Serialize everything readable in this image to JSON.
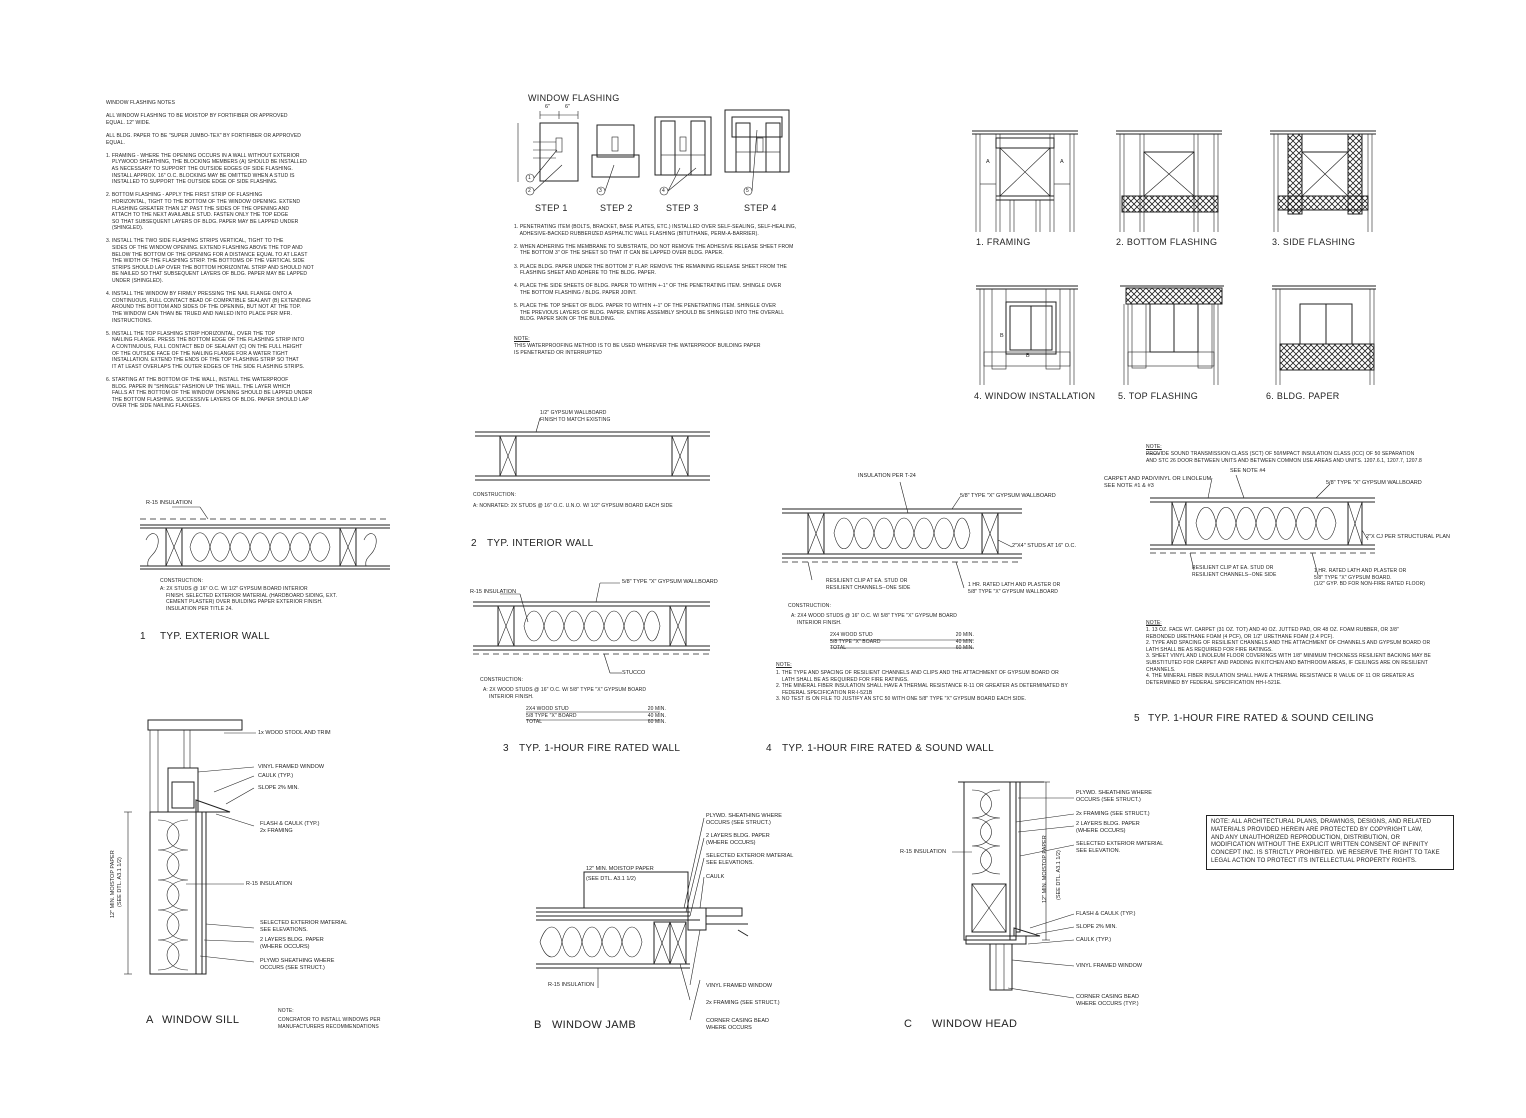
{
  "window_flashing_notes": [
    "WINDOW FLASHING NOTES",
    "",
    "ALL WINDOW FLASHING TO BE MOISTOP BY FORTIFIBER OR APPROVED",
    "EQUAL. 12\" WIDE.",
    "",
    "ALL BLDG. PAPER TO BE \"SUPER JUMBO-TEX\" BY FORTIFIBER OR APPROVED",
    "EQUAL.",
    "",
    "1. FRAMING - WHERE THE OPENING OCCURS IN A WALL WITHOUT EXTERIOR",
    "    PLYWOOD SHEATHING, THE BLOCKING MEMBERS (A) SHOULD BE INSTALLED",
    "    AS NECESSARY TO SUPPORT THE OUTSIDE EDGES OF SIDE FLASHING.",
    "    INSTALL APPROX. 16\" O.C. BLOCKING MAY BE OMITTED WHEN A STUD IS",
    "    INSTALLED TO SUPPORT THE OUTSIDE EDGE OF SIDE FLASHING.",
    "",
    "2. BOTTOM FLASHING - APPLY THE FIRST STRIP OF FLASHING",
    "    HORIZONTAL, TIGHT TO THE BOTTOM OF THE WINDOW OPENING. EXTEND",
    "    FLASHING GREATER THAN 12\" PAST THE SIDES OF THE OPENING AND",
    "    ATTACH TO THE NEXT AVAILABLE STUD. FASTEN ONLY THE TOP EDGE",
    "    SO THAT SUBSEQUENT LAYERS OF BLDG. PAPER MAY BE LAPPED UNDER",
    "    (SHINGLED).",
    "",
    "3. INSTALL THE TWO SIDE FLASHING STRIPS VERTICAL, TIGHT TO THE",
    "    SIDES OF THE WINDOW OPENING. EXTEND FLASHING ABOVE THE TOP AND",
    "    BELOW THE BOTTOM OF THE OPENING FOR A DISTANCE EQUAL TO AT LEAST",
    "    THE WIDTH OF THE FLASHING STRIP. THE BOTTOMS OF THE VERTICAL SIDE",
    "    STRIPS SHOULD LAP OVER THE BOTTOM HORIZONTAL STRIP AND SHOULD NOT",
    "    BE NAILED SO THAT SUBSEQUENT LAYERS OF BLDG. PAPER MAY BE LAPPED",
    "    UNDER (SHINGLED).",
    "",
    "4. INSTALL THE WINDOW BY FIRMLY PRESSING THE NAIL FLANGE ONTO A",
    "    CONTINUOUS, FULL CONTACT BEAD OF COMPATIBLE SEALANT (B) EXTENDING",
    "    AROUND THE BOTTOM AND SIDES OF THE OPENING, BUT NOT AT THE TOP.",
    "    THE WINDOW CAN THAN BE TRUED AND NAILED INTO PLACE PER MFR.",
    "    INSTRUCTIONS.",
    "",
    "5. INSTALL THE TOP FLASHING STRIP HORIZONTAL, OVER THE TOP",
    "    NAILING FLANGE. PRESS THE BOTTOM EDGE OF THE FLASHING STRIP INTO",
    "    A CONTINUOUS, FULL CONTACT BED OF SEALANT (C) ON THE FULL HEIGHT",
    "    OF THE OUTSIDE FACE OF THE NAILING FLANGE FOR A WATER TIGHT",
    "    INSTALLATION. EXTEND THE ENDS OF THE TOP FLASHING STRIP SO THAT",
    "    IT AT LEAST OVERLAPS THE OUTER EDGES OF THE SIDE FLASHING STRIPS.",
    "",
    "6. STARTING AT THE BOTTOM OF THE WALL, INSTALL THE WATERPROOF",
    "    BLDG. PAPER IN \"SHINGLE\" FASHION UP THE WALL. THE LAYER WHICH",
    "    FALLS AT THE BOTTOM OF THE WINDOW OPENING SHOULD BE LAPPED UNDER",
    "    THE BOTTOM FLASHING. SUCCESSIVE LAYERS OF BLDG. PAPER SHOULD LAP",
    "    OVER THE SIDE NAILING FLANGES."
  ],
  "window_flashing": {
    "title": "WINDOW FLASHING",
    "dim_left": "6\"",
    "dim_right": "6\"",
    "steps": [
      "STEP 1",
      "STEP 2",
      "STEP 3",
      "STEP 4"
    ],
    "callouts": [
      "1",
      "2",
      "3",
      "4",
      "5"
    ],
    "notes": [
      "1. PENETRATING ITEM (BOLTS, BRACKET, BASE PLATES, ETC.) INSTALLED OVER SELF-SEALING, SELF-HEALING,",
      "    ADHESIVE-BACKED RUBBERIZED ASPHALTIC WALL FLASHING (BITUTHANE, PERM-A-BARRIER).",
      "",
      "2. WHEN ADHERING THE MEMBRANE TO SUBSTRATE, DO NOT REMOVE THE ADHESIVE RELEASE SHEET FROM",
      "    THE BOTTOM 3\" OF THE SHEET SO THAT IT CAN BE LAPPED OVER BLDG. PAPER.",
      "",
      "3. PLACE BLDG. PAPER UNDER THE BOTTOM 3\" FLAP. REMOVE THE REMAINING RELEASE SHEET FROM THE",
      "    FLASHING SHEET AND ADHERE TO THE BLDG. PAPER.",
      "",
      "4. PLACE THE SIDE SHEETS OF BLDG. PAPER TO WITHIN +-1\" OF THE PENETRATING ITEM. SHINGLE OVER",
      "    THE BOTTOM FLASHING / BLDG. PAPER JOINT.",
      "",
      "5. PLACE THE TOP SHEET OF BLDG. PAPER TO WITHIN +-1\" OF THE PENETRATING ITEM. SHINGLE OVER",
      "    THE PREVIOUS LAYERS OF BLDG. PAPER. ENTIRE ASSEMBLY SHOULD BE SHINGLED INTO THE OVERALL",
      "    BLDG. PAPER SKIN OF THE BUILDING."
    ],
    "note_head": "NOTE:",
    "note_body": [
      "THIS WATERPROOFING METHOD IS TO BE USED WHEREVER THE WATERPROOF BUILDING PAPER",
      "IS PENETRATED OR INTERRUPTED"
    ]
  },
  "sequence": {
    "labels": [
      "1. FRAMING",
      "2. BOTTOM FLASHING",
      "3. SIDE FLASHING",
      "4. WINDOW INSTALLATION",
      "5. TOP FLASHING",
      "6. BLDG. PAPER"
    ],
    "tag_a": "A",
    "tag_b": "B"
  },
  "wall1": {
    "number": "1",
    "title": "TYP. EXTERIOR WALL",
    "insulation": "R-15 INSULATION",
    "construction_head": "CONSTRUCTION:",
    "construction": [
      "A: 2X STUDS @ 16\" O.C. W/ 1/2\" GYPSUM BOARD INTERIOR",
      "    FINISH. SELECTED EXTERIOR MATERIAL (HARDBOARD SIDING, EXT.",
      "    CEMENT PLASTER) OVER BUILDING PAPER EXTERIOR FINISH.",
      "    INSULATION PER TITLE 24."
    ]
  },
  "wall2": {
    "number": "2",
    "title": "TYP. INTERIOR WALL",
    "callout": [
      "1/2\" GYPSUM WALLBOARD",
      "FINISH TO MATCH EXISTING"
    ],
    "construction_head": "CONSTRUCTION:",
    "construction": "A: NONRATED: 2X STUDS @ 16\" O.C. U.N.O. W/ 1/2\" GYPSUM BOARD EACH SIDE"
  },
  "wall3": {
    "number": "3",
    "title": "TYP. 1-HOUR FIRE RATED WALL",
    "gypsum": "5/8\" TYPE \"X\" GYPSUM WALLBOARD",
    "insulation": "R-15 INSULATION",
    "stucco": "STUCCO",
    "construction_head": "CONSTRUCTION:",
    "construction": [
      "A: 2X WOOD STUDS @ 16\" O.C. W/ 5/8\" TYPE \"X\" GYPSUM BOARD",
      "    INTERIOR FINISH."
    ],
    "table": [
      [
        "2X4 WOOD STUD",
        "20 MIN."
      ],
      [
        "5/8 TYPE \"X\" BOARD",
        "40 MIN."
      ],
      [
        "TOTAL",
        "60 MIN."
      ]
    ]
  },
  "wall4": {
    "number": "4",
    "title": "TYP. 1-HOUR FIRE RATED & SOUND WALL",
    "insulation": "INSULATION PER T-24",
    "gypsum": "5/8\" TYPE \"X\" GYPSUM WALLBOARD",
    "studs": "2\"X4\" STUDS AT 16\" O.C.",
    "clip": [
      "RESILIENT CLIP AT EA. STUD OR",
      "RESILIENT CHANNELS--ONE SIDE"
    ],
    "lath": [
      "1 HR. RATED LATH AND PLASTER OR",
      "5/8\" TYPE \"X\" GYPSUM WALLBOARD"
    ],
    "construction_head": "CONSTRUCTION:",
    "construction": [
      "A: 2X4 WOOD STUDS @ 16\" O.C. W/ 5/8\" TYPE \"X\" GYPSUM BOARD",
      "    INTERIOR FINISH."
    ],
    "table": [
      [
        "2X4 WOOD STUD",
        "20 MIN."
      ],
      [
        "5/8 TYPE \"X\" BOARD",
        "40 MIN."
      ],
      [
        "TOTAL",
        "60 MIN."
      ]
    ],
    "note_head": "NOTE:",
    "notes": [
      "1. THE TYPE AND SPACING OF RESILIENT CHANNELS AND CLIPS AND THE ATTACHMENT OF GYPSUM BOARD OR",
      "    LATH SHALL BE AS REQUIRED FOR FIRE RATINGS.",
      "2. THE MINERAL FIBER INSULATION SHALL HAVE A THERMAL RESISTANCE R-11 OR GREATER AS DETERMINATED BY",
      "    FEDERAL SPECIFICATION RR-I-521B",
      "3. NO TEST IS ON FILE TO JUSTIFY AN STC 50 WITH ONE 5/8\" TYPE \"X\" GYPSUM BOARD EACH SIDE."
    ]
  },
  "ceiling5": {
    "number": "5",
    "title": "TYP. 1-HOUR FIRE RATED & SOUND CEILING",
    "top_note_head": "NOTE:",
    "top_note": [
      "PROVIDE SOUND TRANSMISSION CLASS (SCT) OF 50/IMPACT INSULATION CLASS (ICC) OF 50 SEPARATION",
      "AND STC 26 DOOR BETWEEN UNITS AND BETWEEN COMMON USE AREAS AND UNITS. 1207.6.1, 1207.7, 1207.8"
    ],
    "see4": "SEE NOTE #4",
    "carpet": [
      "CARPET AND PAD/VINYL OR LINOLEUM",
      "SEE NOTE #1 & #3"
    ],
    "gypsum": "5/8\" TYPE \"X\" GYPSUM WALLBOARD",
    "cj": "2\"X CJ PER STRUCTURAL PLAN",
    "clip": [
      "RESILIENT CLIP AT EA. STUD OR",
      "RESILIENT CHANNELS--ONE SIDE"
    ],
    "lath": [
      "1 HR. RATED LATH AND PLASTER OR",
      "5/8\" TYPE \"X\" GYPSUM BOARD.",
      "(1/2\" GYP. BD FOR NON-FIRE RATED FLOOR)"
    ],
    "note_head": "NOTE:",
    "notes": [
      "1. 13 OZ. FACE WT. CARPET (31 OZ. TOT) AND 40 OZ. JUTTED PAD, OR 48 OZ. FOAM RUBBER, OR 3/8\"",
      "REBONDED URETHANE FOAM (4 PCF), OR 1/2\" URETHANE FOAM (2.4 PCF).",
      "2. TYPE AND SPACING OF RESILIENT CHANNELS AND THE ATTACHMENT OF CHANNELS AND GYPSUM BOARD OR",
      "LATH SHALL BE AS REQUIRED FOR FIRE RATINGS.",
      "3. SHEET VINYL AND LINOLEUM FLOOR COVERINGS WITH 1/8\" MINIMUM THICKNESS RESILIENT BACKING MAY BE",
      "SUBSTITUTED FOR CARPET AND PADDING IN KITCHEN AND BATHROOM AREAS, IF CEILINGS ARE ON RESILIENT",
      "CHANNELS.",
      "4. THE MINERAL FIBER INSULATION SHALL HAVE A THERMAL RESISTANCE R VALUE OF 11 OR GREATER AS",
      "DETERMINED BY FEDERAL SPECIFICATION HH-I-521E."
    ]
  },
  "sill": {
    "letter": "A",
    "title": "WINDOW SILL",
    "callouts": [
      "1x WOOD STOOL AND TRIM",
      "VINYL FRAMED WINDOW",
      "CAULK (TYP.)",
      "SLOPE 2% MIN.",
      "FLASH & CAULK (TYP.)",
      "2x FRAMING",
      "R-15 INSULATION",
      "SELECTED EXTERIOR MATERIAL",
      "SEE ELEVATIONS.",
      "2 LAYERS BLDG. PAPER",
      "(WHERE OCCURS)",
      "PLYWD SHEATHING WHERE",
      "OCCURS (SEE STRUCT.)"
    ],
    "vertical": [
      "12\" MIN. MOISTOP PAPER",
      "(SEE DTL. A3.1 1/2)"
    ],
    "note_head": "NOTE:",
    "note": [
      "CONCRATOR TO INSTALL WINDOWS PER",
      "MANUFACTURERS RECOMMENDATIONS"
    ]
  },
  "jamb": {
    "letter": "B",
    "title": "WINDOW JAMB",
    "callouts": [
      "PLYWD. SHEATHING WHERE",
      "OCCURS (SEE STRUCT.)",
      "2 LAYERS BLDG. PAPER",
      "(WHERE OCCURS)",
      "SELECTED EXTERIOR MATERIAL",
      "SEE ELEVATIONS.",
      "CAULK",
      "VINYL FRAMED WINDOW",
      "2x FRAMING (SEE STRUCT.)",
      "CORNER CASING BEAD",
      "WHERE OCCURS"
    ],
    "moistop": [
      "12\" MIN. MOISTOP PAPER",
      "(SEE DTL. A3.1 1/2)"
    ],
    "insulation": "R-15 INSULATION"
  },
  "head": {
    "letter": "C",
    "title": "WINDOW HEAD",
    "insulation": "R-15 INSULATION",
    "callouts": [
      "PLYWD. SHEATHING WHERE",
      "OCCURS (SEE STRUCT.)",
      "2x FRAMING (SEE STRUCT.)",
      "2 LAYERS BLDG. PAPER",
      "(WHERE OCCURS)",
      "SELECTED EXTERIOR MATERIAL",
      "SEE ELEVATION.",
      "FLASH & CAULK (TYP.)",
      "SLOPE 2% MIN.",
      "CAULK (TYP.)",
      "VINYL FRAMED WINDOW",
      "CORNER CASING BEAD",
      "WHERE OCCURS (TYP.)"
    ],
    "vertical": [
      "12\" MIN. MOISTOP PAPER",
      "(SEE DTL. A3.1 1/2)"
    ]
  },
  "copyright": [
    "NOTE: ALL ARCHITECTURAL PLANS, DRAWINGS, DESIGNS, AND RELATED",
    "MATERIALS PROVIDED HEREIN ARE PROTECTED BY COPYRIGHT LAW,",
    "AND ANY UNAUTHORIZED REPRODUCTION, DISTRIBUTION, OR",
    "MODIFICATION WITHOUT THE EXPLICIT WRITTEN CONSENT OF INFINITY",
    "CONCEPT INC. IS STRICTLY PROHIBITED. WE RESERVE THE RIGHT TO TAKE",
    "LEGAL ACTION TO PROTECT ITS INTELLECTUAL PROPERTY RIGHTS."
  ]
}
